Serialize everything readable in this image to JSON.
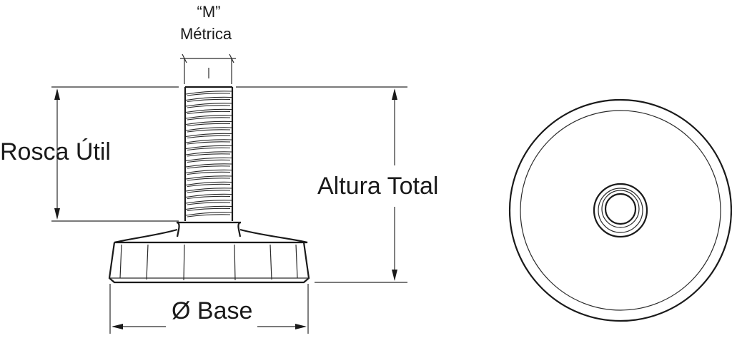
{
  "labels": {
    "m_quote": "“M”",
    "metrica": "Métrica",
    "rosca_util": "Rosca Útil",
    "altura_total": "Altura Total",
    "base": "Ø Base"
  },
  "colors": {
    "line": "#1a1a1a",
    "background": "#ffffff"
  }
}
